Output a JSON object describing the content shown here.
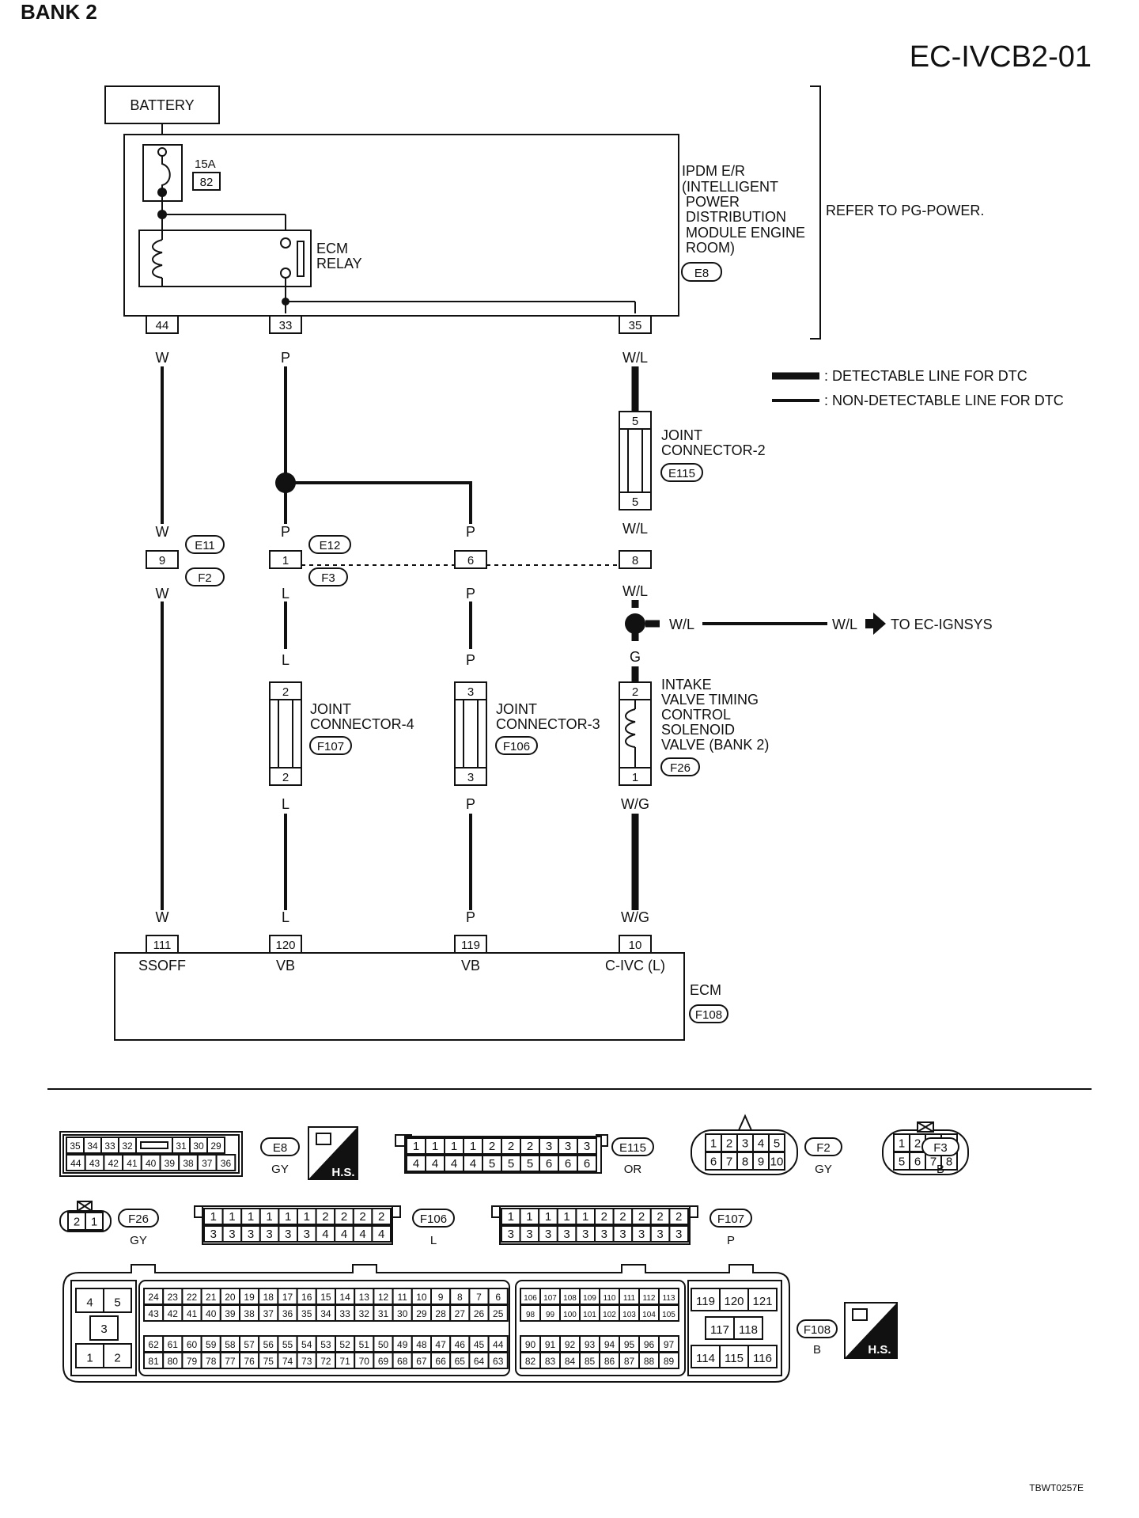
{
  "header": {
    "section": "BANK 2",
    "diagram_id": "EC-IVCB2-01",
    "footer_code": "TBWT0257E"
  },
  "supply": {
    "battery": "BATTERY",
    "fuse_rating": "15A",
    "fuse_no": "82",
    "relay_lines": [
      "ECM",
      "RELAY"
    ],
    "ipdm_lines": [
      "IPDM E/R",
      "(INTELLIGENT",
      " POWER",
      " DISTRIBUTION",
      " MODULE ENGINE",
      " ROOM)"
    ],
    "ipdm_connector": "E8",
    "refer_text": "REFER TO PG-POWER."
  },
  "legend": {
    "detectable": ": DETECTABLE LINE FOR DTC",
    "non_detectable": ": NON-DETECTABLE LINE FOR DTC"
  },
  "ipdm_pins": {
    "p44": "44",
    "p33": "33",
    "p35": "35"
  },
  "wires": {
    "w": "W",
    "p": "P",
    "wl": "W/L",
    "l": "L",
    "g": "G",
    "wg": "W/G"
  },
  "junction": {
    "e11": "E11",
    "f2": "F2",
    "e12": "E12",
    "f3": "F3",
    "pin9": "9",
    "pin1": "1",
    "pin6": "6",
    "pin8": "8"
  },
  "joint2": {
    "lines": [
      "JOINT",
      "CONNECTOR-2"
    ],
    "connector": "E115",
    "pin_top": "5",
    "pin_bottom": "5"
  },
  "joint4": {
    "lines": [
      "JOINT",
      "CONNECTOR-4"
    ],
    "connector": "F107",
    "pin_top": "2",
    "pin_bottom": "2"
  },
  "joint3": {
    "lines": [
      "JOINT",
      "CONNECTOR-3"
    ],
    "connector": "F106",
    "pin_top": "3",
    "pin_bottom": "3"
  },
  "solenoid": {
    "lines": [
      "INTAKE",
      "VALVE TIMING",
      "CONTROL",
      "SOLENOID",
      "VALVE (BANK 2)"
    ],
    "connector": "F26",
    "pin_top": "2",
    "pin_bottom": "1"
  },
  "branch": {
    "wire_near": "W/L",
    "wire_far": "W/L",
    "destination": "TO EC-IGNSYS"
  },
  "ecm": {
    "label": "ECM",
    "connector": "F108",
    "pins": [
      "111",
      "120",
      "119",
      "10"
    ],
    "pin_names": [
      "SSOFF",
      "VB",
      "VB",
      "C-IVC (L)"
    ]
  },
  "connectors": {
    "e8": {
      "id": "E8",
      "color": "GY",
      "row1": [
        "35",
        "34",
        "33",
        "32",
        "",
        "31",
        "30",
        "29"
      ],
      "row2": [
        "44",
        "43",
        "42",
        "41",
        "40",
        "39",
        "38",
        "37",
        "36"
      ]
    },
    "hs_label": "H.S.",
    "e115": {
      "id": "E115",
      "color": "OR",
      "row1": [
        "1",
        "1",
        "1",
        "1",
        "2",
        "2",
        "2",
        "3",
        "3",
        "3"
      ],
      "row2": [
        "4",
        "4",
        "4",
        "4",
        "5",
        "5",
        "5",
        "6",
        "6",
        "6"
      ]
    },
    "f2": {
      "id": "F2",
      "color": "GY",
      "row1": [
        "1",
        "2",
        "3",
        "4",
        "5"
      ],
      "row2": [
        "6",
        "7",
        "8",
        "9",
        "10"
      ]
    },
    "f3": {
      "id": "F3",
      "color": "B",
      "row1": [
        "1",
        "2",
        "3",
        "4"
      ],
      "row2": [
        "5",
        "6",
        "7",
        "8"
      ]
    },
    "f26": {
      "id": "F26",
      "color": "GY",
      "pins": [
        "2",
        "1"
      ]
    },
    "f106": {
      "id": "F106",
      "color": "L",
      "row1": [
        "1",
        "1",
        "1",
        "1",
        "1",
        "1",
        "2",
        "2",
        "2",
        "2"
      ],
      "row2": [
        "3",
        "3",
        "3",
        "3",
        "3",
        "3",
        "4",
        "4",
        "4",
        "4"
      ]
    },
    "f107": {
      "id": "F107",
      "color": "P",
      "row1": [
        "1",
        "1",
        "1",
        "1",
        "1",
        "2",
        "2",
        "2",
        "2",
        "2"
      ],
      "row2": [
        "3",
        "3",
        "3",
        "3",
        "3",
        "3",
        "3",
        "3",
        "3",
        "3"
      ]
    },
    "f108": {
      "id": "F108",
      "color": "B",
      "left_top": [
        "4",
        "5"
      ],
      "left_mid": "3",
      "left_bottom": [
        "1",
        "2"
      ],
      "a_row1": [
        "24",
        "23",
        "22",
        "21",
        "20",
        "19",
        "18",
        "17",
        "16",
        "15",
        "14",
        "13",
        "12",
        "11",
        "10",
        "9",
        "8",
        "7",
        "6"
      ],
      "a_row2": [
        "43",
        "42",
        "41",
        "40",
        "39",
        "38",
        "37",
        "36",
        "35",
        "34",
        "33",
        "32",
        "31",
        "30",
        "29",
        "28",
        "27",
        "26",
        "25"
      ],
      "a_row3": [
        "62",
        "61",
        "60",
        "59",
        "58",
        "57",
        "56",
        "55",
        "54",
        "53",
        "52",
        "51",
        "50",
        "49",
        "48",
        "47",
        "46",
        "45",
        "44"
      ],
      "a_row4": [
        "81",
        "80",
        "79",
        "78",
        "77",
        "76",
        "75",
        "74",
        "73",
        "72",
        "71",
        "70",
        "69",
        "68",
        "67",
        "66",
        "65",
        "64",
        "63"
      ],
      "b_row1": [
        "106",
        "107",
        "108",
        "109",
        "110",
        "111",
        "112",
        "113"
      ],
      "b_row2": [
        "98",
        "99",
        "100",
        "101",
        "102",
        "103",
        "104",
        "105"
      ],
      "b_row3": [
        "90",
        "91",
        "92",
        "93",
        "94",
        "95",
        "96",
        "97"
      ],
      "b_row4": [
        "82",
        "83",
        "84",
        "85",
        "86",
        "87",
        "88",
        "89"
      ],
      "c_row1": [
        "119",
        "120",
        "121"
      ],
      "c_row2": [
        "117",
        "118"
      ],
      "c_row3": [
        "114",
        "115",
        "116"
      ]
    }
  }
}
